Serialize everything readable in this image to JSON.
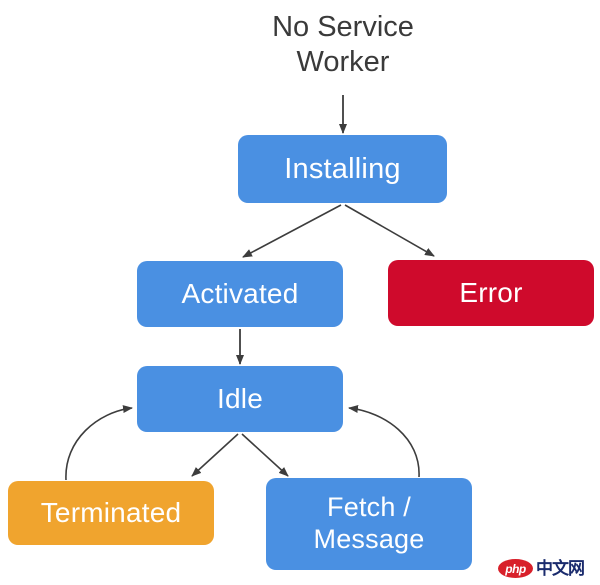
{
  "diagram": {
    "title": "No Service\nWorker",
    "background_color": "#ffffff",
    "text_color": "#3a3a3a",
    "edge_color": "#3d3d3d"
  },
  "nodes": {
    "installing": {
      "label": "Installing",
      "color": "#4a90e2"
    },
    "activated": {
      "label": "Activated",
      "color": "#4a90e2"
    },
    "error": {
      "label": "Error",
      "color": "#cf0a2c"
    },
    "idle": {
      "label": "Idle",
      "color": "#4a90e2"
    },
    "terminated": {
      "label": "Terminated",
      "color": "#f0a42e"
    },
    "fetch_message": {
      "label": "Fetch /\nMessage",
      "color": "#4a90e2"
    }
  },
  "watermark": {
    "badge_text": "php",
    "cn_text": "中文网",
    "badge_color": "#d8202a",
    "cn_color": "#1a2b6d"
  }
}
